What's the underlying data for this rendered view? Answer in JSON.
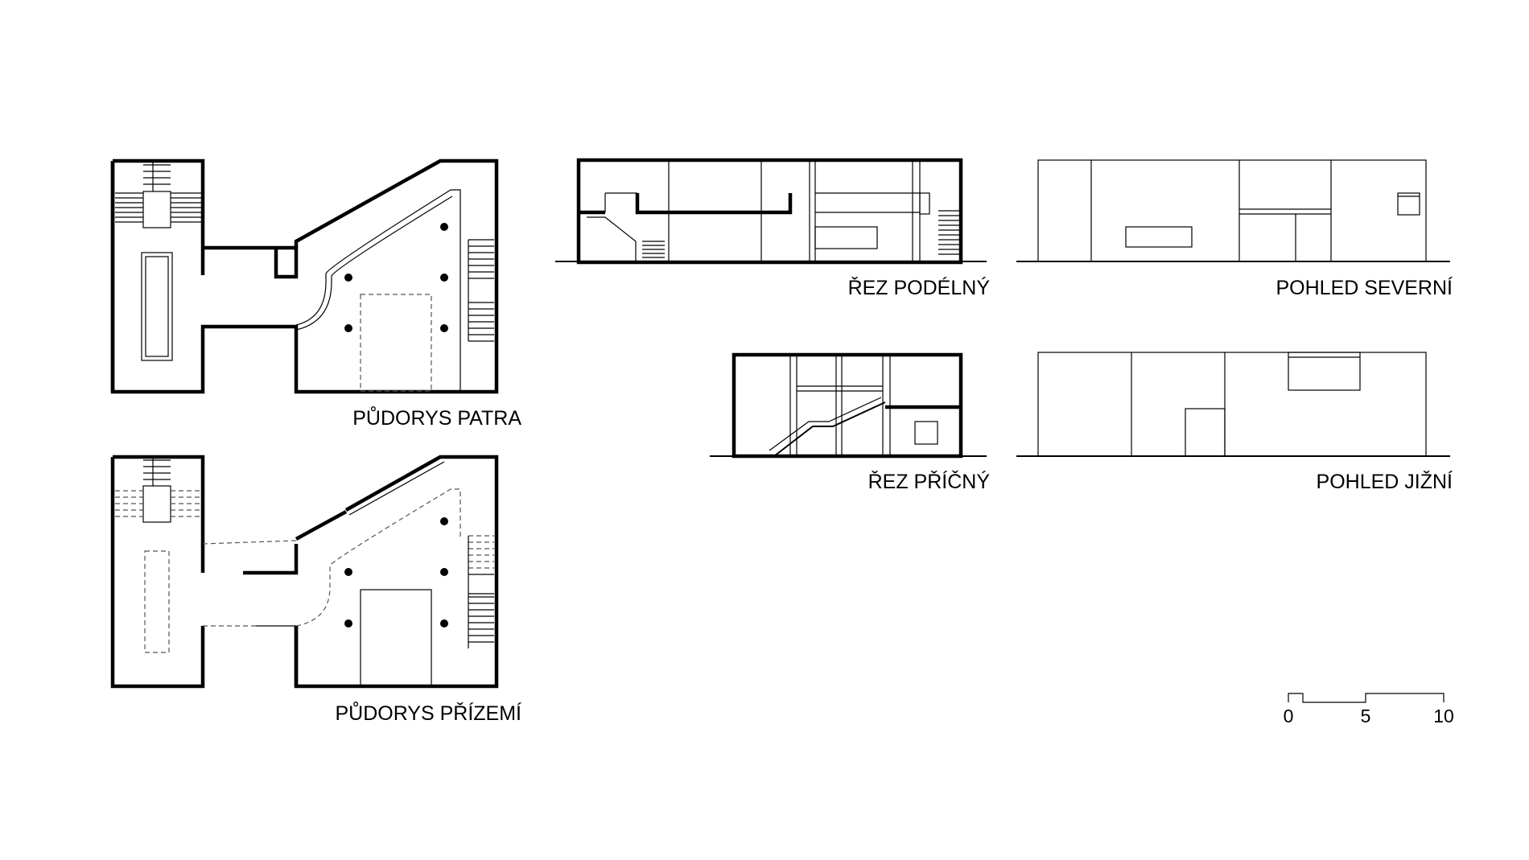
{
  "drawings": {
    "floor_upper": "PŮDORYS PATRA",
    "floor_ground": "PŮDORYS PŘÍZEMÍ",
    "section_long": "ŘEZ PODÉLNÝ",
    "section_cross": "ŘEZ PŘÍČNÝ",
    "view_north": "POHLED SEVERNÍ",
    "view_south": "POHLED JIŽNÍ"
  },
  "scale_bar": {
    "ticks": [
      "0",
      "5",
      "10"
    ]
  }
}
